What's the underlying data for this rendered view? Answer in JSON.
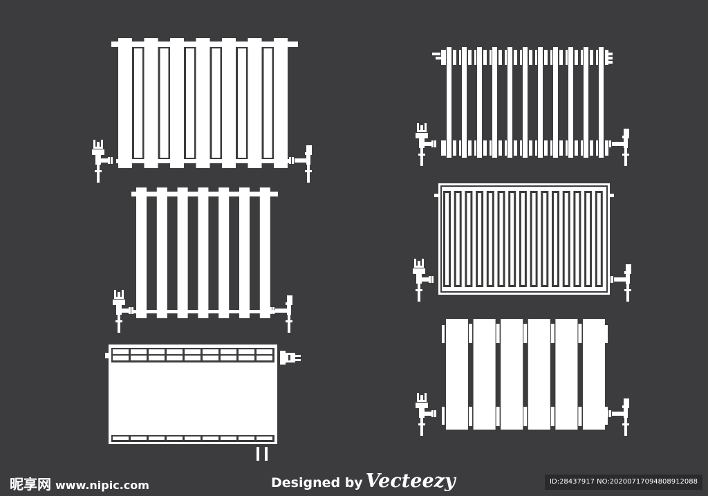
{
  "colors": {
    "background": "#3c3c3e",
    "icon": "#ffffff",
    "id_box": "#2a2a2c"
  },
  "illustration": {
    "subject": "radiator icons",
    "items": [
      {
        "name": "radiator-wide-column",
        "icon": "radiator-icon"
      },
      {
        "name": "radiator-slim-column",
        "icon": "radiator-icon"
      },
      {
        "name": "radiator-panel-convector",
        "icon": "radiator-icon"
      },
      {
        "name": "radiator-tube-column",
        "icon": "radiator-icon"
      },
      {
        "name": "radiator-panel-framed",
        "icon": "radiator-icon"
      },
      {
        "name": "radiator-aluminium-section",
        "icon": "radiator-icon"
      }
    ]
  },
  "watermark": {
    "site": "昵享网",
    "url": "www.nipic.com"
  },
  "credit": {
    "designed_by": "Designed by",
    "brand": "Vecteezy"
  },
  "image_id": "ID:28437917 NO:20200717094808912088"
}
